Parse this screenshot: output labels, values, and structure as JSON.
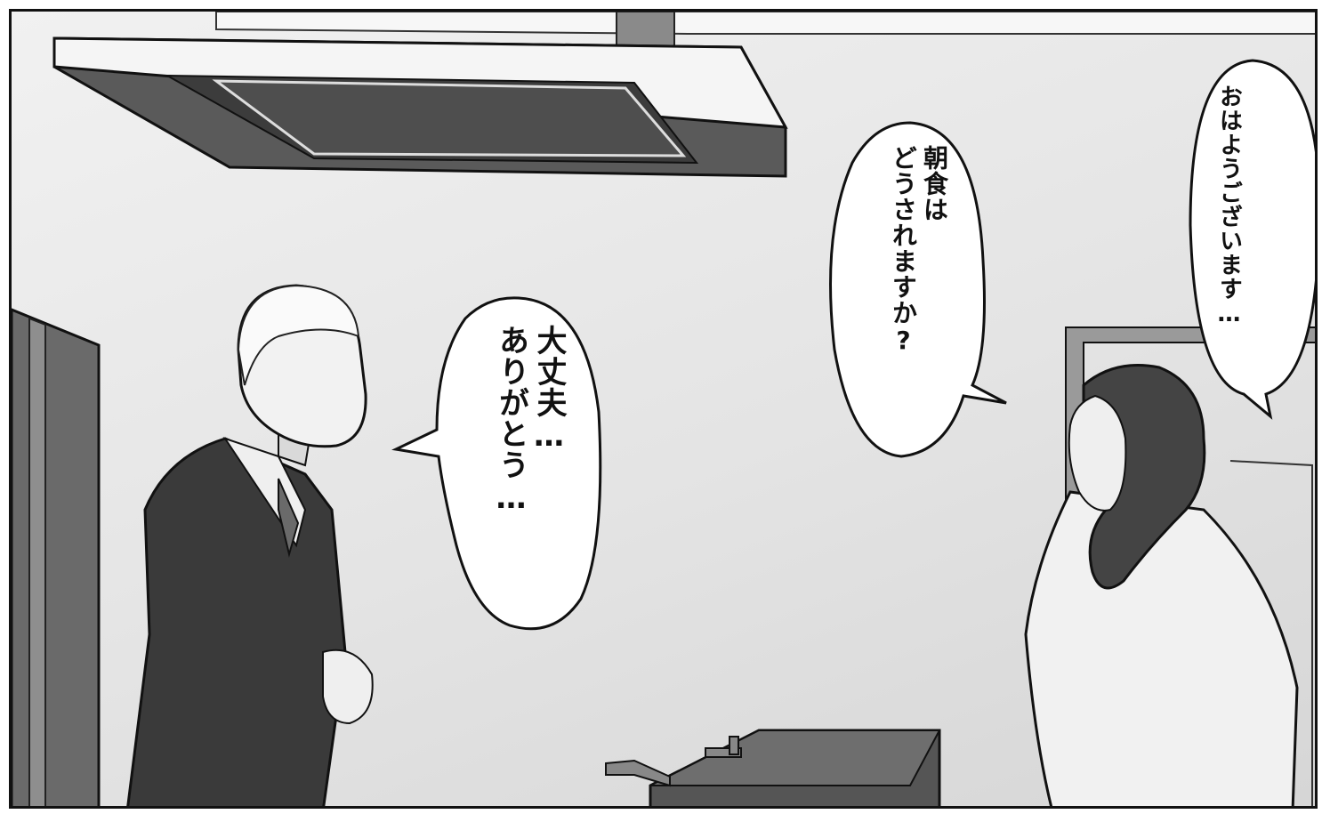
{
  "balloons": [
    {
      "id": "housekeeper-greeting",
      "lines": [
        "おはようございます…"
      ]
    },
    {
      "id": "housekeeper-question",
      "lines": [
        "朝食は",
        "どうされますか?"
      ]
    },
    {
      "id": "man-reply",
      "lines": [
        "大丈夫…",
        "ありがとう…"
      ]
    }
  ],
  "colors": {
    "ink": "#111111",
    "paper": "#ffffff",
    "wall": "#e4e4e4",
    "suit": "#3a3a3a",
    "hood": "#5a5a5a"
  },
  "icons": [
    "range-hood",
    "faucet",
    "kitchen-counter",
    "door-frame"
  ]
}
